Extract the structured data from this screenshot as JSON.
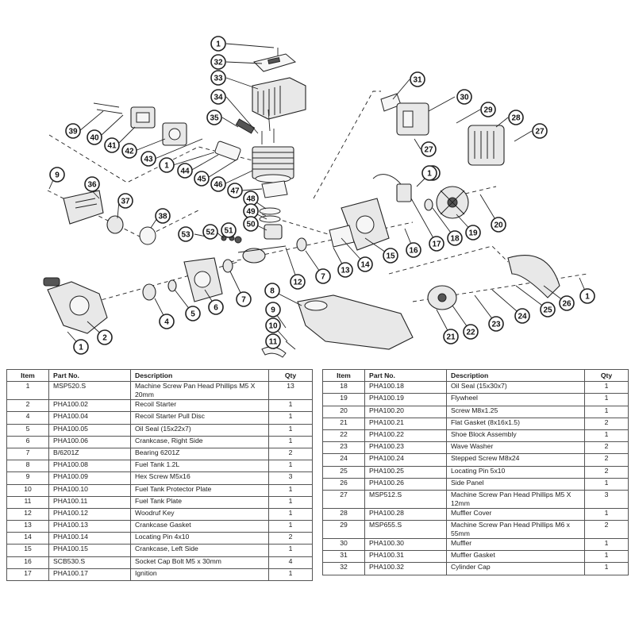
{
  "table": {
    "headers": {
      "item": "Item",
      "part_no": "Part No.",
      "description": "Description",
      "qty": "Qty"
    },
    "left_rows": [
      {
        "item": "1",
        "part_no": "MSP520.S",
        "description": "Machine Screw Pan Head Phillips M5 X 20mm",
        "qty": "13"
      },
      {
        "item": "2",
        "part_no": "PHA100.02",
        "description": "Recoil Starter",
        "qty": "1"
      },
      {
        "item": "4",
        "part_no": "PHA100.04",
        "description": "Recoil Starter Pull Disc",
        "qty": "1"
      },
      {
        "item": "5",
        "part_no": "PHA100.05",
        "description": "Oil Seal (15x22x7)",
        "qty": "1"
      },
      {
        "item": "6",
        "part_no": "PHA100.06",
        "description": "Crankcase, Right Side",
        "qty": "1"
      },
      {
        "item": "7",
        "part_no": "B/6201Z",
        "description": "Bearing 6201Z",
        "qty": "2"
      },
      {
        "item": "8",
        "part_no": "PHA100.08",
        "description": "Fuel Tank 1.2L",
        "qty": "1"
      },
      {
        "item": "9",
        "part_no": "PHA100.09",
        "description": "Hex Screw M5x16",
        "qty": "3"
      },
      {
        "item": "10",
        "part_no": "PHA100.10",
        "description": "Fuel Tank Protector Plate",
        "qty": "1"
      },
      {
        "item": "11",
        "part_no": "PHA100.11",
        "description": "Fuel Tank Plate",
        "qty": "1"
      },
      {
        "item": "12",
        "part_no": "PHA100.12",
        "description": "Woodruf Key",
        "qty": "1"
      },
      {
        "item": "13",
        "part_no": "PHA100.13",
        "description": "Crankcase Gasket",
        "qty": "1"
      },
      {
        "item": "14",
        "part_no": "PHA100.14",
        "description": "Locating Pin 4x10",
        "qty": "2"
      },
      {
        "item": "15",
        "part_no": "PHA100.15",
        "description": "Crankcase, Left Side",
        "qty": "1"
      },
      {
        "item": "16",
        "part_no": "SCB530.S",
        "description": "Socket Cap Bolt M5 x 30mm",
        "qty": "4"
      },
      {
        "item": "17",
        "part_no": "PHA100.17",
        "description": "Ignition",
        "qty": "1"
      }
    ],
    "right_rows": [
      {
        "item": "18",
        "part_no": "PHA100.18",
        "description": "Oil Seal (15x30x7)",
        "qty": "1"
      },
      {
        "item": "19",
        "part_no": "PHA100.19",
        "description": "Flywheel",
        "qty": "1"
      },
      {
        "item": "20",
        "part_no": "PHA100.20",
        "description": "Screw M8x1.25",
        "qty": "1"
      },
      {
        "item": "21",
        "part_no": "PHA100.21",
        "description": "Flat Gasket (8x16x1.5)",
        "qty": "2"
      },
      {
        "item": "22",
        "part_no": "PHA100.22",
        "description": "Shoe Block Assembly",
        "qty": "1"
      },
      {
        "item": "23",
        "part_no": "PHA100.23",
        "description": "Wave Washer",
        "qty": "2"
      },
      {
        "item": "24",
        "part_no": "PHA100.24",
        "description": "Stepped Screw M8x24",
        "qty": "2"
      },
      {
        "item": "25",
        "part_no": "PHA100.25",
        "description": "Locating Pin 5x10",
        "qty": "2"
      },
      {
        "item": "26",
        "part_no": "PHA100.26",
        "description": "Side Panel",
        "qty": "1"
      },
      {
        "item": "27",
        "part_no": "MSP512.S",
        "description": "Machine Screw Pan Head Phillips M5 X 12mm",
        "qty": "3"
      },
      {
        "item": "28",
        "part_no": "PHA100.28",
        "description": "Muffler Cover",
        "qty": "1"
      },
      {
        "item": "29",
        "part_no": "MSP655.S",
        "description": "Machine Screw Pan Head Phillips M6 x 55mm",
        "qty": "2"
      },
      {
        "item": "30",
        "part_no": "PHA100.30",
        "description": "Muffler",
        "qty": "1"
      },
      {
        "item": "31",
        "part_no": "PHA100.31",
        "description": "Muffler Gasket",
        "qty": "1"
      },
      {
        "item": "32",
        "part_no": "PHA100.32",
        "description": "Cylinder Cap",
        "qty": "1"
      }
    ]
  },
  "callouts": [
    "1",
    "32",
    "33",
    "34",
    "35",
    "1",
    "31",
    "30",
    "29",
    "28",
    "27",
    "27",
    "39",
    "40",
    "41",
    "42",
    "43",
    "1",
    "44",
    "45",
    "46",
    "47",
    "9",
    "36",
    "37",
    "38",
    "48",
    "49",
    "1",
    "50",
    "51",
    "52",
    "53",
    "12",
    "7",
    "13",
    "14",
    "15",
    "16",
    "17",
    "18",
    "19",
    "20",
    "2",
    "4",
    "5",
    "6",
    "7",
    "1",
    "8",
    "9",
    "10",
    "11",
    "21",
    "22",
    "23",
    "24",
    "25",
    "26",
    "1"
  ]
}
